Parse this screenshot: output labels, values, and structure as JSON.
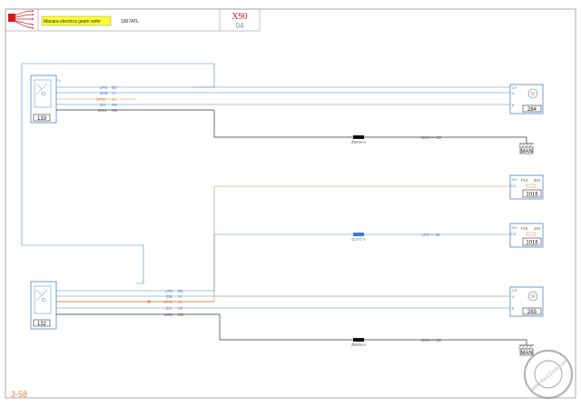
{
  "header": {
    "title": "Macara electrica geam sofer",
    "code": "1907ATL",
    "model": "X90",
    "version": "04"
  },
  "page_number": "3-58",
  "watermark": "www.the12volt.com",
  "components": {
    "switch_driver": "133",
    "switch_passenger": "132",
    "motor_front": "284",
    "motor_rear": "283",
    "fuse_1_label": "F14",
    "fuse_1_rating": "30A",
    "fuse_1_box": "1016",
    "fuse_2_label": "F18",
    "fuse_2_rating": "10A",
    "fuse_2_box": "1016",
    "ground_1": "MAN",
    "ground_2": "MAN"
  },
  "wires_top": [
    {
      "text": "LPG",
      "color": "BE"
    },
    {
      "text": "ZOB",
      "color": "VI"
    },
    {
      "text": "AP30",
      "color": "JA"
    },
    {
      "text": "ZIA",
      "color": "OR"
    },
    {
      "text": "MAN",
      "color": "NO"
    }
  ],
  "wires_bottom": [
    {
      "text": "LPG",
      "color": "BE"
    },
    {
      "text": "ZIB",
      "color": "VI"
    },
    {
      "text": "AP30",
      "color": "JA"
    },
    {
      "text": "ZIA",
      "color": "VE"
    },
    {
      "text": "MAN",
      "color": "NO"
    }
  ],
  "connectors": {
    "top_ground": "ZMAN-A",
    "middle": "ELPG-A",
    "bottom_ground": "ZMAN-A"
  },
  "wire_labels": {
    "top_ground_wire": "MAN — NO",
    "middle_wire": "LPG — BE",
    "bottom_ground_wire": "MAN — NO"
  },
  "pins": {
    "motor_top": [
      "CR",
      "A",
      "B"
    ],
    "fuse1": [
      "NO",
      "E14"
    ],
    "fuse2": [
      "NO",
      "E18"
    ],
    "motor_bottom": [
      "CR",
      "A",
      "B"
    ]
  },
  "colors": {
    "blue": "#4a86c8",
    "orange": "#e0883a",
    "dark": "#333333",
    "red": "#d11a1a"
  }
}
